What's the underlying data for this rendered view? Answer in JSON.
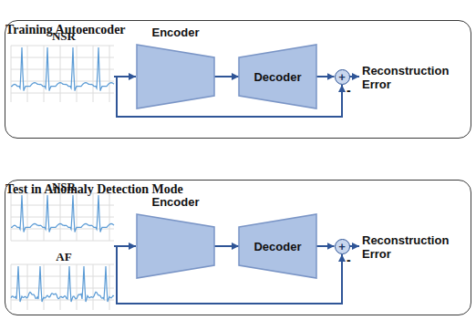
{
  "diagram": {
    "nodes": [
      {
        "text": [
          "Training Autoencoder"
        ]
      },
      {
        "text": [
          "Encoder"
        ],
        "in": 0
      },
      {
        "text": [
          "Decoder"
        ],
        "in": 0
      },
      {
        "text": [
          "+"
        ],
        "in": 0
      },
      {
        "text": [
          "Test in Anomaly Detection Mode"
        ]
      },
      {
        "text": [
          "Encoder"
        ],
        "in": 4
      },
      {
        "text": [
          "Decoder"
        ],
        "in": 4
      },
      {
        "text": [
          "+"
        ],
        "in": 4
      }
    ],
    "edges": [
      {
        "from": 1,
        "to": 2,
        "arrow": "to"
      },
      {
        "from": 2,
        "to": 3,
        "arrow": "to"
      },
      {
        "from": 5,
        "to": 6,
        "arrow": "to"
      },
      {
        "from": 6,
        "to": 7,
        "arrow": "to"
      }
    ],
    "labels": [
      "NSR",
      "-",
      "Reconstruction Error",
      "NSR",
      "AF",
      "-",
      "Reconstruction Error"
    ]
  }
}
